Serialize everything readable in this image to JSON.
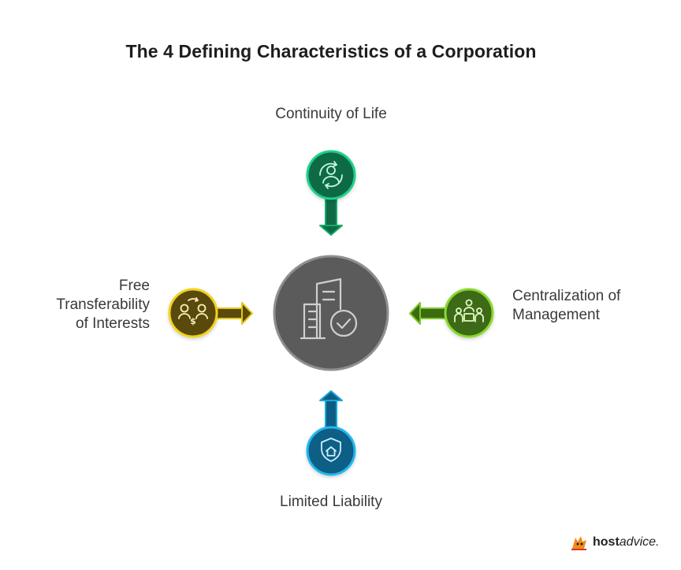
{
  "title": "The 4 Defining Characteristics of a Corporation",
  "characteristics": {
    "top": {
      "label": "Continuity of Life",
      "icon": "person-cycle-icon",
      "color": "#1aa86b"
    },
    "right": {
      "label_line1": "Centralization of",
      "label_line2": "Management",
      "icon": "meeting-group-icon",
      "color": "#7cc62a"
    },
    "bottom": {
      "label": "Limited Liability",
      "icon": "shield-home-icon",
      "color": "#1ba6d9"
    },
    "left": {
      "label_line1": "Free",
      "label_line2": "Transferability",
      "label_line3": "of Interests",
      "icon": "money-exchange-icon",
      "color": "#e6c619"
    }
  },
  "center": {
    "icon": "building-check-icon",
    "color": "#5c5c5c"
  },
  "brand": {
    "name_bold": "host",
    "name_rest": "advice."
  }
}
